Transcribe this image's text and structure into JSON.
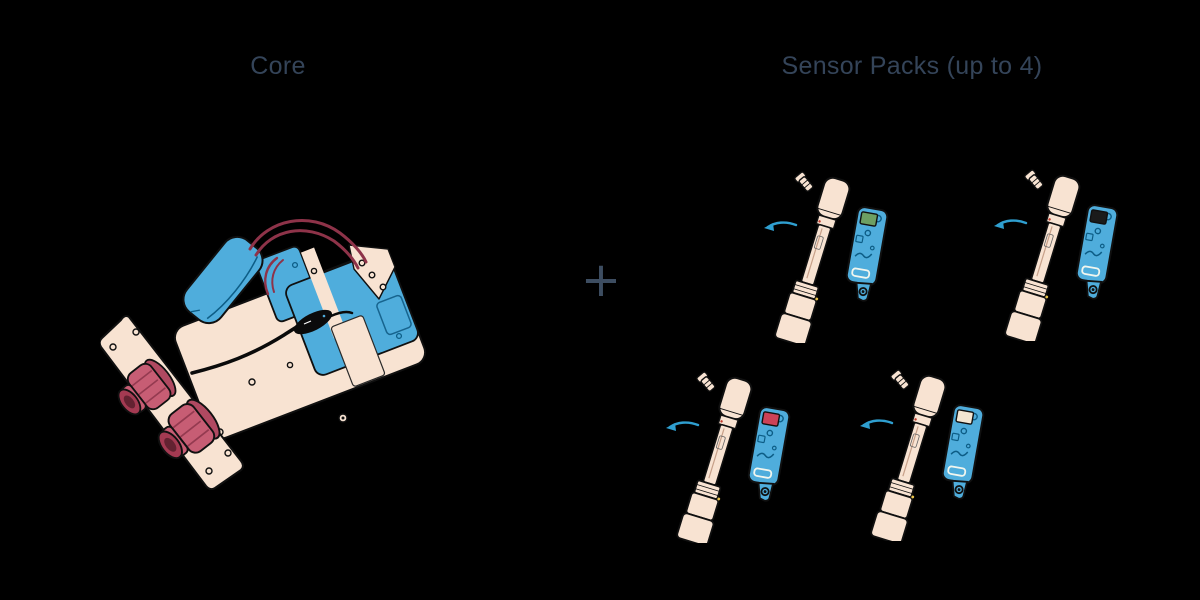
{
  "diagram": {
    "background_color": "#000000",
    "core": {
      "title": "Core"
    },
    "plus_sign": "+",
    "sensor_packs": {
      "title": "Sensor Packs (up to 4)",
      "packs": [
        {
          "id": 1,
          "screen": "green screen",
          "screen_color": "#6d9f63"
        },
        {
          "id": 2,
          "screen": "black screen",
          "screen_color": "#1b1b1b"
        },
        {
          "id": 3,
          "screen": "red screen",
          "screen_color": "#cc4257"
        },
        {
          "id": 4,
          "screen": "cream screen",
          "screen_color": "#f3e6d2"
        }
      ]
    },
    "illustration_parts": {
      "core": [
        "battery",
        "circuit-board",
        "blue-cover-plates",
        "battery-wires",
        "sensor-cable",
        "mounting-plate",
        "cable-glands",
        "screws"
      ],
      "sensor_pack": [
        "screw-peg",
        "direction-arrow",
        "probe",
        "sensor-device",
        "device-screen"
      ]
    },
    "colors": {
      "title_text": "#344459",
      "plus": "#3d4d61",
      "illustration_blue": "#4faddc",
      "illustration_blue_dark": "#0d5d86",
      "illustration_cream": "#f8e3d2",
      "outline": "#101010",
      "gland_red": "#c75d74",
      "gland_red_dark": "#a43a52",
      "gland_red_deep": "#632231",
      "wire_maroon": "#8e3349",
      "arrow_blue": "#2f9fd0"
    }
  }
}
